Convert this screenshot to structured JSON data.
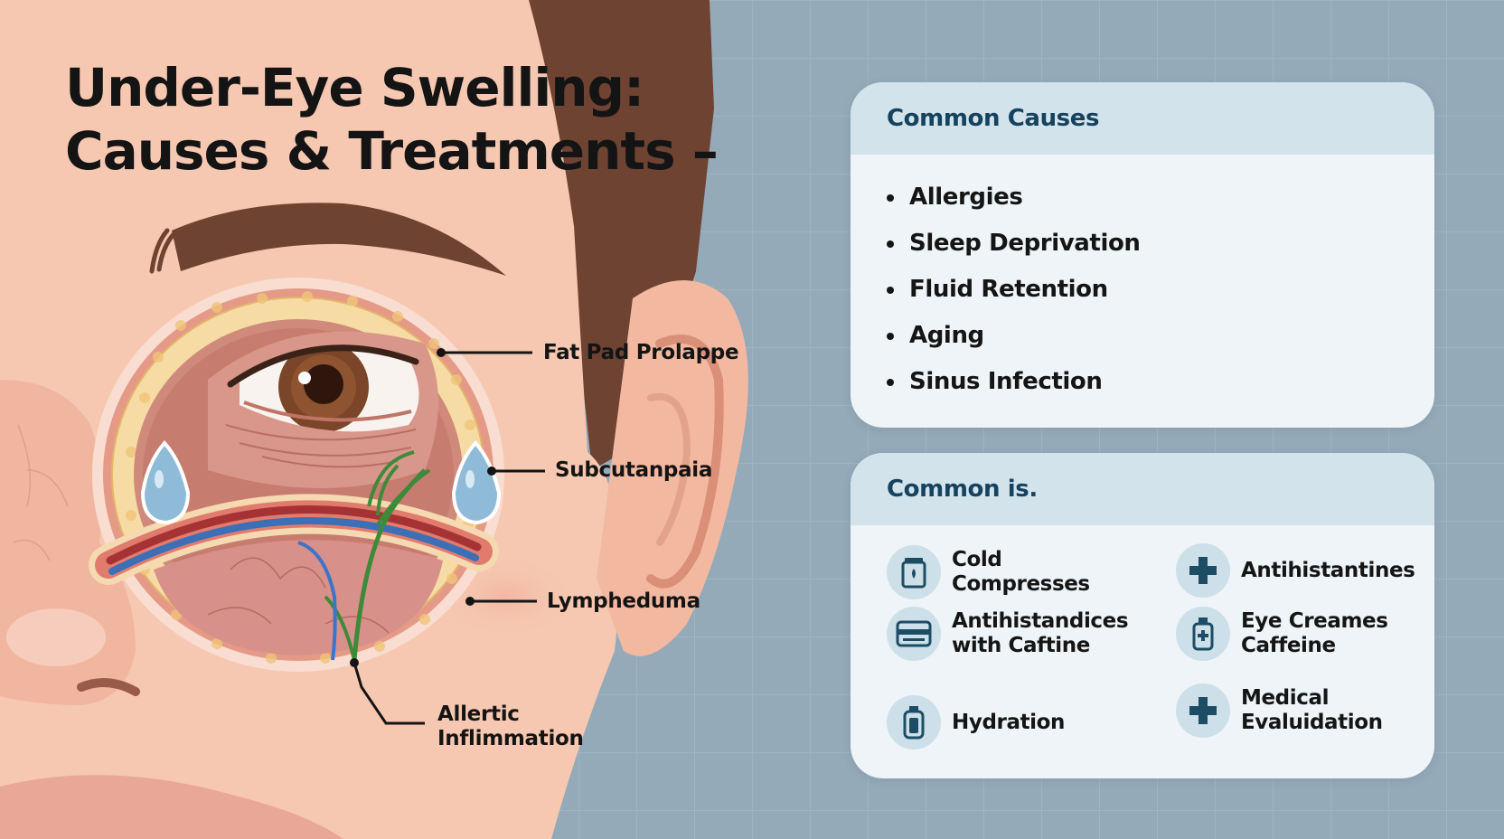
{
  "title": {
    "line1": "Under-Eye Swelling:",
    "line2": "Causes & Treatments –"
  },
  "callouts": {
    "fat_pad": "Fat Pad Prolappe",
    "subcutaneous": "Subcutanpaia",
    "lymph": "Lympheduma",
    "allergic_line1": "Allertic",
    "allergic_line2": "Inflimmation"
  },
  "causes_card": {
    "title": "Common Causes",
    "items": [
      "Allergies",
      "Sleep Deprivation",
      "Fluid Retention",
      "Aging",
      "Sinus Infection"
    ]
  },
  "treatments_card": {
    "title": "Common is.",
    "items": [
      {
        "label": "Cold Compresses",
        "icon": "cold-compress-jar-icon"
      },
      {
        "label": "Antihistantines",
        "icon": "medical-cross-icon"
      },
      {
        "label": "Antihistandices\nwith Caftine",
        "icon": "card-strip-icon"
      },
      {
        "label": "Eye Creames\nCaffeine",
        "icon": "cream-bottle-icon"
      },
      {
        "label": "Hydration",
        "icon": "water-bottle-icon"
      },
      {
        "label": "Medical\nEvaluidation",
        "icon": "medical-cross-icon"
      }
    ]
  },
  "colors": {
    "skin": "#f6c8b1",
    "hair": "#6e4332",
    "background_blue": "#94aab9",
    "card": "#eef4f7",
    "card_header": "#d3e3ec",
    "heading_text": "#16425e",
    "icon_dark": "#1d4d64"
  }
}
